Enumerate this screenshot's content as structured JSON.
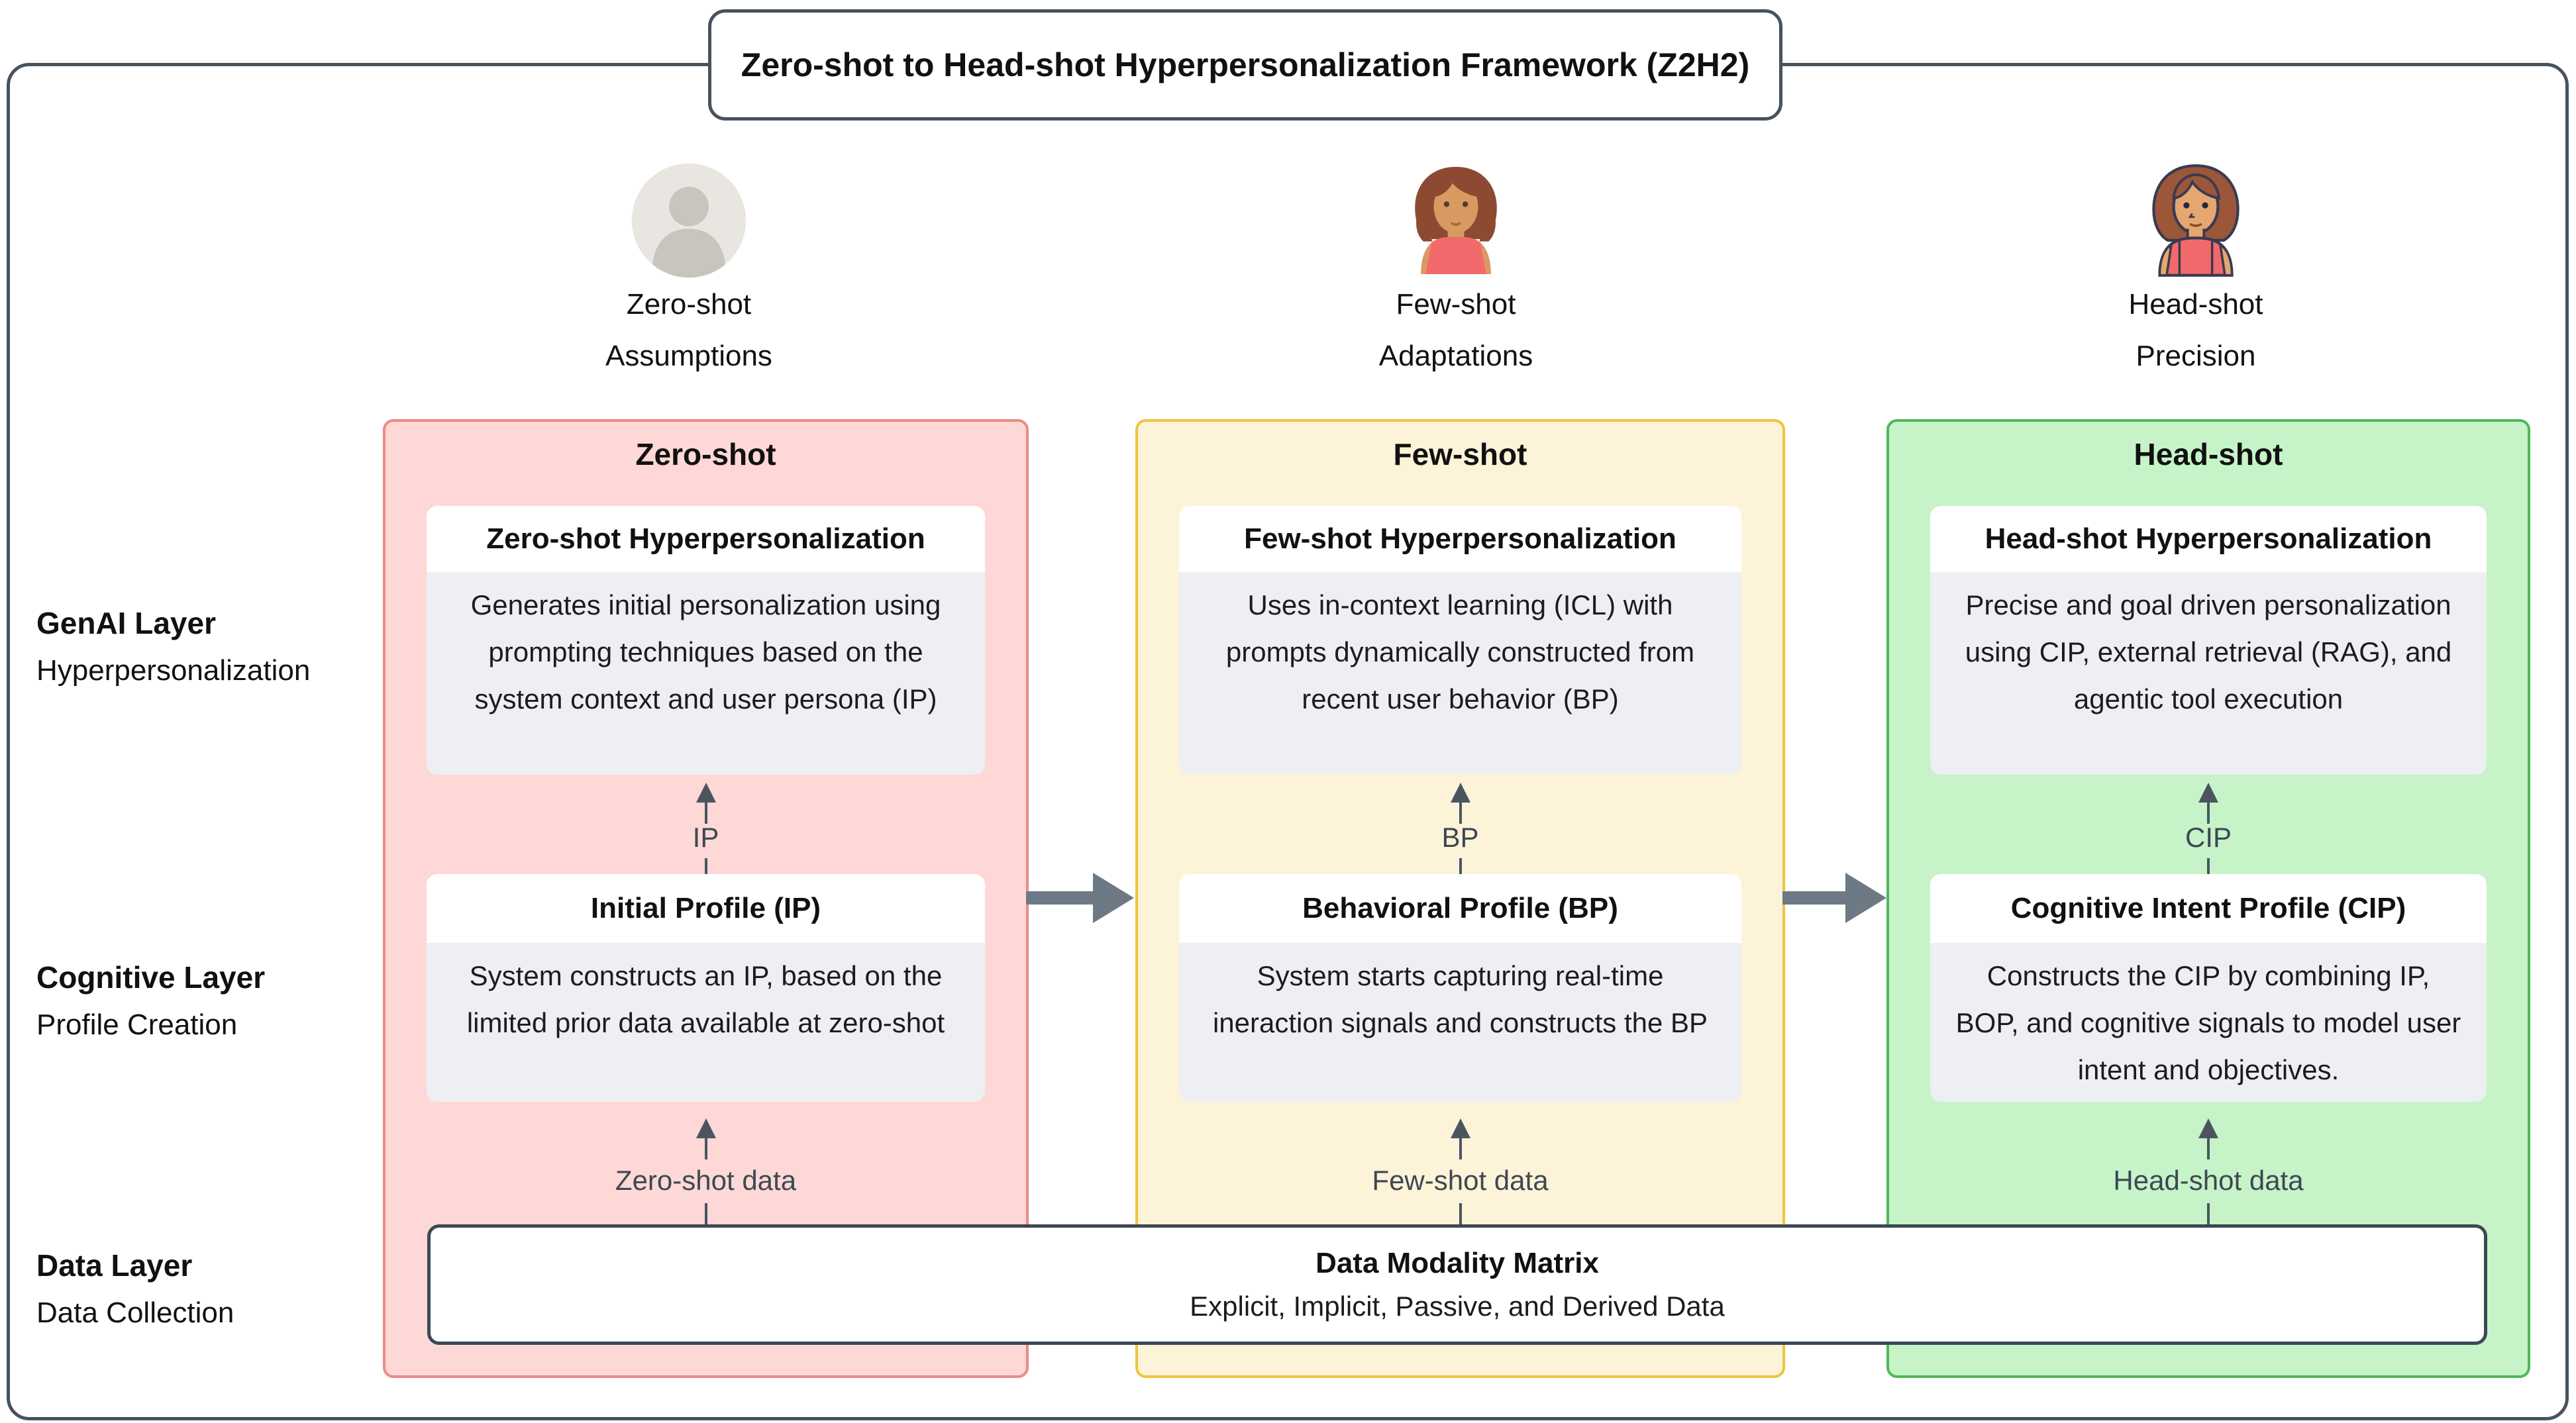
{
  "title": "Zero-shot to Head-shot Hyperpersonalization Framework (Z2H2)",
  "personas": [
    {
      "avatar": "generic-user",
      "caption_line1": "Zero-shot",
      "caption_line2": "Assumptions"
    },
    {
      "avatar": "woman-emoji",
      "caption_line1": "Few-shot",
      "caption_line2": "Adaptations"
    },
    {
      "avatar": "woman-outline",
      "caption_line1": "Head-shot",
      "caption_line2": "Precision"
    }
  ],
  "layers": [
    {
      "title": "GenAI Layer",
      "subtitle": "Hyperpersonalization"
    },
    {
      "title": "Cognitive Layer",
      "subtitle": "Profile Creation"
    },
    {
      "title": "Data Layer",
      "subtitle": "Data Collection"
    }
  ],
  "columns": [
    {
      "header": "Zero-shot",
      "colors": {
        "fill": "#fdd8d6",
        "border": "#ec8a87"
      },
      "genai_card": {
        "title": "Zero-shot Hyperpersonalization",
        "body": "Generates initial personalization using prompting techniques based on the system context and user persona (IP)"
      },
      "profile_arrow_label": "IP",
      "profile_card": {
        "title": "Initial Profile (IP)",
        "body": "System constructs an IP, based on the limited prior data available at zero-shot"
      },
      "data_arrow_label": "Zero-shot data"
    },
    {
      "header": "Few-shot",
      "colors": {
        "fill": "#fdf3d8",
        "border": "#edc53f"
      },
      "genai_card": {
        "title": "Few-shot Hyperpersonalization",
        "body": "Uses in-context learning (ICL) with prompts dynamically constructed from recent user behavior (BP)"
      },
      "profile_arrow_label": "BP",
      "profile_card": {
        "title": "Behavioral Profile (BP)",
        "body": "System starts capturing real-time ineraction signals and constructs the BP"
      },
      "data_arrow_label": "Few-shot data"
    },
    {
      "header": "Head-shot",
      "colors": {
        "fill": "#c6f3c8",
        "border": "#4fb85a"
      },
      "genai_card": {
        "title": "Head-shot Hyperpersonalization",
        "body": "Precise and goal driven personalization using CIP, external retrieval (RAG), and agentic tool execution"
      },
      "profile_arrow_label": "CIP",
      "profile_card": {
        "title": "Cognitive Intent Profile (CIP)",
        "body": "Constructs the CIP by combining IP, BOP, and cognitive signals to model user intent and objectives."
      },
      "data_arrow_label": "Head-shot data"
    }
  ],
  "data_matrix": {
    "title": "Data Modality Matrix",
    "subtitle": "Explicit, Implicit, Passive, and Derived Data"
  }
}
